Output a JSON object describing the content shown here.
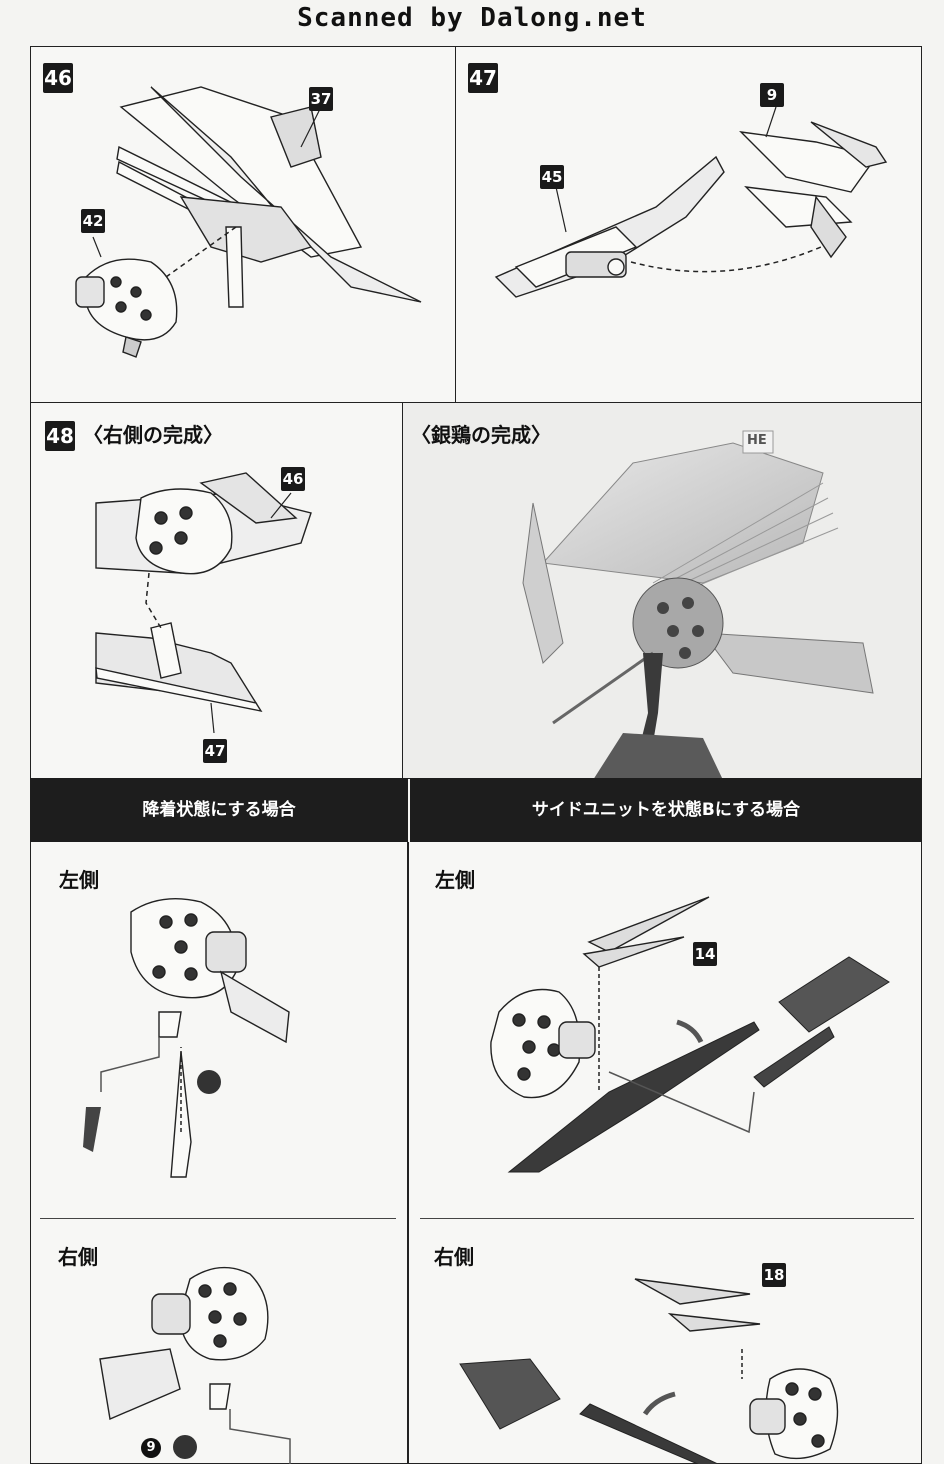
{
  "header": {
    "text": "Scanned by Dalong.net"
  },
  "steps": [
    {
      "number": "46",
      "parts": [
        "37",
        "42"
      ]
    },
    {
      "number": "47",
      "parts": [
        "9",
        "45"
      ]
    },
    {
      "number": "48",
      "title": "〈右側の完成〉",
      "parts": [
        "46",
        "47"
      ]
    }
  ],
  "completed": {
    "title": "〈銀鶏の完成〉",
    "tag": "HE"
  },
  "sections": [
    {
      "bar": "降着状態にする場合",
      "left_label": "左側",
      "right_label": "右側",
      "marker": "9"
    },
    {
      "bar": "サイドユニットを状態Bにする場合",
      "left_label": "左側",
      "right_label": "右側",
      "parts": [
        "14",
        "18"
      ]
    }
  ]
}
